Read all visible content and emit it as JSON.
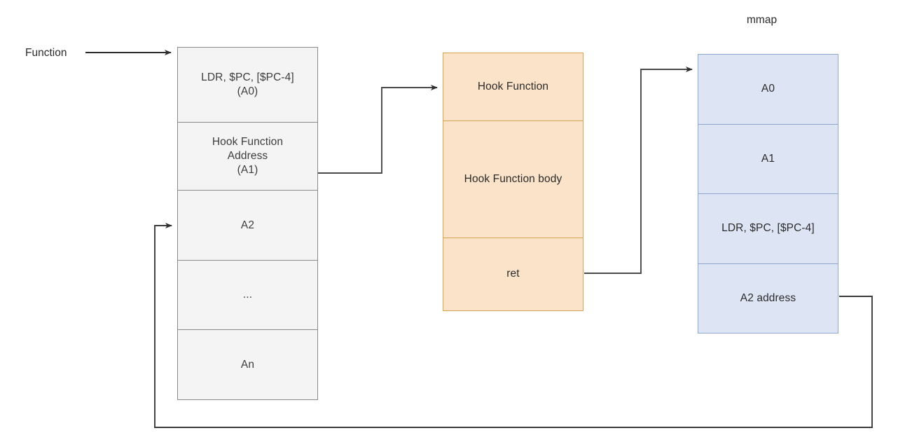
{
  "diagram": {
    "title_labels": {
      "function_label": "Function",
      "mmap_label": "mmap"
    },
    "blocks": {
      "original_function": {
        "name": "Function",
        "fill_color": "#f4f4f4",
        "stroke_color": "#8a8a8a",
        "cells": [
          {
            "id": "a0",
            "text": "LDR, $PC, [$PC-4]\n(A0)"
          },
          {
            "id": "a1",
            "text": "Hook Function\nAddress\n(A1)"
          },
          {
            "id": "a2",
            "text": "A2"
          },
          {
            "id": "ellipsis",
            "text": "..."
          },
          {
            "id": "an",
            "text": "An"
          }
        ]
      },
      "hook_function": {
        "name": "Hook Function",
        "fill_color": "#fae3c8",
        "stroke_color": "#d6a450",
        "cells": [
          {
            "id": "hook-header",
            "text": "Hook Function"
          },
          {
            "id": "hook-body",
            "text": "Hook Function body"
          },
          {
            "id": "hook-ret",
            "text": "ret"
          }
        ]
      },
      "mmap_region": {
        "name": "mmap",
        "fill_color": "#dde5f5",
        "stroke_color": "#8ea7d0",
        "cells": [
          {
            "id": "mmap-a0",
            "text": "A0"
          },
          {
            "id": "mmap-a1",
            "text": "A1"
          },
          {
            "id": "mmap-ldr",
            "text": "LDR, $PC, [$PC-4]"
          },
          {
            "id": "mmap-a2addr",
            "text": "A2 address"
          }
        ]
      }
    },
    "connectors": [
      {
        "id": "function-entry",
        "from": "Function label",
        "to": "A0 cell"
      },
      {
        "id": "a1-to-hook",
        "from": "A1 cell",
        "to": "Hook Function"
      },
      {
        "id": "ret-to-mmap",
        "from": "ret",
        "to": "mmap A0"
      },
      {
        "id": "a2addr-to-a2",
        "from": "A2 address",
        "to": "A2 cell"
      }
    ],
    "stroke_color": "#3f3f3f"
  }
}
